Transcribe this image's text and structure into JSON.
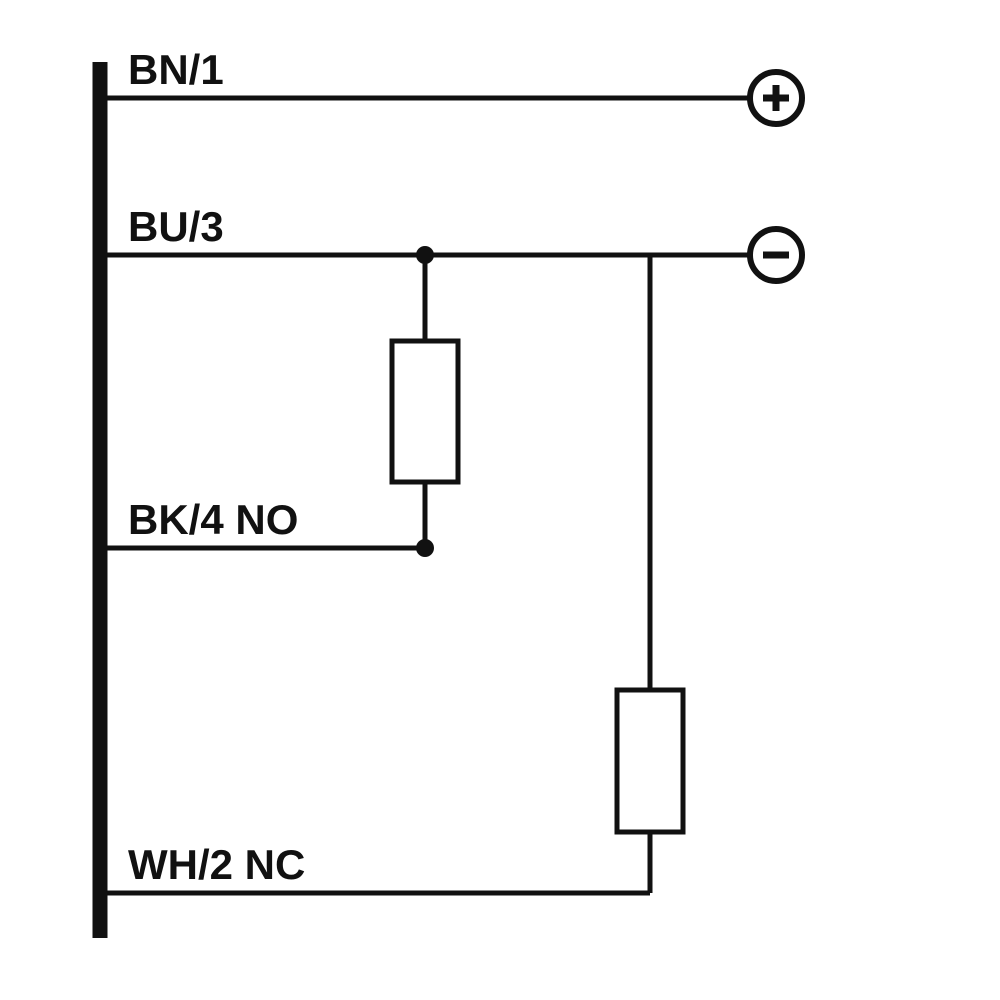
{
  "diagram": {
    "type": "sensor-wiring-connection-diagram",
    "colors": {
      "line": "#111111",
      "background": "#ffffff"
    },
    "bus": {
      "side": "left",
      "description": "thick vertical connector bar"
    },
    "wires": [
      {
        "id": "bn1",
        "label": "BN/1",
        "terminal": "plus"
      },
      {
        "id": "bu3",
        "label": "BU/3",
        "terminal": "minus"
      },
      {
        "id": "bk4",
        "label": "BK/4 NO",
        "terminal": null
      },
      {
        "id": "wh2",
        "label": "WH/2 NC",
        "terminal": null
      }
    ],
    "terminals": {
      "plus": "+",
      "minus": "−"
    },
    "components": [
      {
        "type": "load-resistor",
        "between": [
          "BU/3",
          "BK/4 NO"
        ]
      },
      {
        "type": "load-resistor",
        "between": [
          "BU/3",
          "WH/2 NC"
        ]
      }
    ]
  }
}
